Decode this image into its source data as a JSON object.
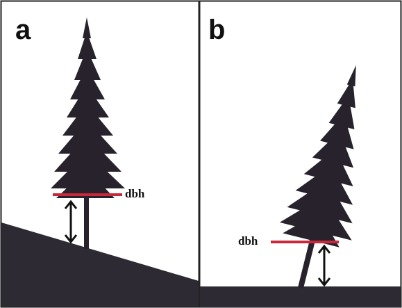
{
  "panels": [
    {
      "letter": "a",
      "dbh_label": "dbh",
      "terrain": "slope"
    },
    {
      "letter": "b",
      "dbh_label": "dbh",
      "terrain": "flat",
      "tree": "leaning"
    }
  ],
  "colors": {
    "ground": "#2e2a33",
    "tree": "#27222c",
    "dbh_line": "#c8283a",
    "arrow": "#111111",
    "frame": "#222222"
  }
}
